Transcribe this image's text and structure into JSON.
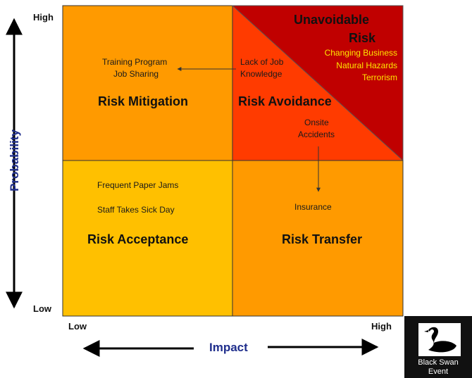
{
  "axes": {
    "y_label": "Probability",
    "y_high": "High",
    "y_low": "Low",
    "x_label": "Impact",
    "x_low": "Low",
    "x_high": "High"
  },
  "quadrants": {
    "mitigation": {
      "title": "Risk Mitigation",
      "items": [
        "Training Program",
        "Job Sharing"
      ],
      "color": "#ff9a00"
    },
    "avoidance": {
      "title": "Risk Avoidance",
      "items": [
        "Lack of Job",
        "Knowledge",
        "Onsite",
        "Accidents"
      ],
      "color": "#ff3b00"
    },
    "unavoidable": {
      "title_line1": "Unavoidable",
      "title_line2": "Risk",
      "items": [
        "Changing Business",
        "Natural Hazards",
        "Terrorism"
      ],
      "color": "#c00000"
    },
    "acceptance": {
      "title": "Risk Acceptance",
      "items": [
        "Frequent Paper Jams",
        "Staff Takes Sick Day"
      ],
      "color": "#ffc000"
    },
    "transfer": {
      "title": "Risk Transfer",
      "items": [
        "Insurance"
      ],
      "color": "#ff9a00"
    }
  },
  "logo": {
    "text_line1": "Black Swan",
    "text_line2": "Event"
  },
  "colors": {
    "axis_blue": "#1f2e8c",
    "text_yellow": "#ffe600"
  }
}
